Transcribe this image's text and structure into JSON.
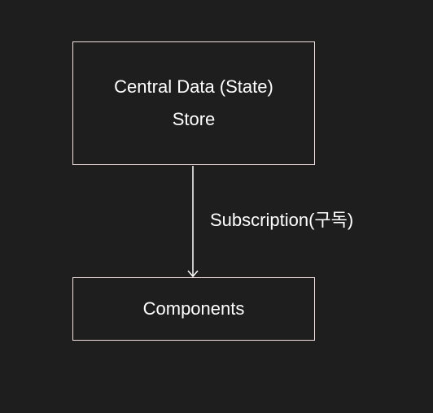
{
  "nodes": {
    "store": {
      "line1": "Central Data (State)",
      "line2": "Store"
    },
    "components": {
      "label": "Components"
    }
  },
  "edges": {
    "subscription": {
      "label": "Subscription(구독)"
    }
  },
  "colors": {
    "background": "#1e1e1e",
    "border": "#f0e0e0",
    "text": "#ffffff",
    "arrow": "#ffffff"
  }
}
